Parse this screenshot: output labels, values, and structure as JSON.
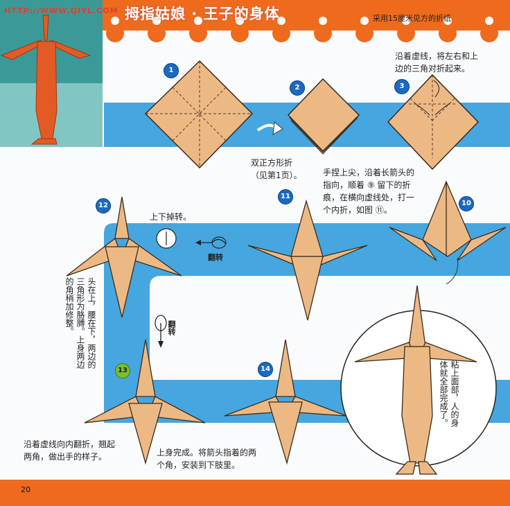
{
  "header": {
    "url": "HTTP://WWW.QIYL.COM",
    "title": "拇指姑娘 · 王子的身体",
    "paper_note": "采用15厘米见方的折纸"
  },
  "steps": {
    "s1": "1",
    "s2": "2",
    "s3": "3",
    "s10": "10",
    "s11": "11",
    "s12": "12",
    "s13": "13",
    "s14": "14"
  },
  "labels": {
    "rotate": "上下掉转。",
    "flip": "翻转"
  },
  "notes": {
    "step3_l1": "沿着虚线，将左右和上",
    "step3_l2": "边的三角对折起来。",
    "base_l1": "双正方形折",
    "base_l2": "（见第1页）。",
    "step10_l1": "手捏上尖，沿着长箭头的",
    "step10_l2": "指向，顺着 ⑨ 留下的折",
    "step10_l3": "痕，在横向虚线处，打一",
    "step10_l4": "个内折，如图 ⑪。",
    "step12_c1": "头在上，腰在下，两边的",
    "step12_c2": "三角形为胳膊。上身两边",
    "step12_c3": "的角稍加修整。",
    "step13_l1": "沿着虚线向内翻折，翘起",
    "step13_l2": "两角，做出手的样子。",
    "step14_l1": "上身完成。将箭头指着的两",
    "step14_l2": "个角，安装到下肢里。",
    "final_c1": "粘上面部，人的身",
    "final_c2": "体就全部完成了。"
  },
  "footer": {
    "page": "20"
  },
  "colors": {
    "header_orange": "#ee6a1c",
    "band_blue": "#46a6df",
    "paper_tan": "#ecb985",
    "step_badge_blue": "#1a6ac2",
    "step_badge_green": "#7cbf2a"
  }
}
